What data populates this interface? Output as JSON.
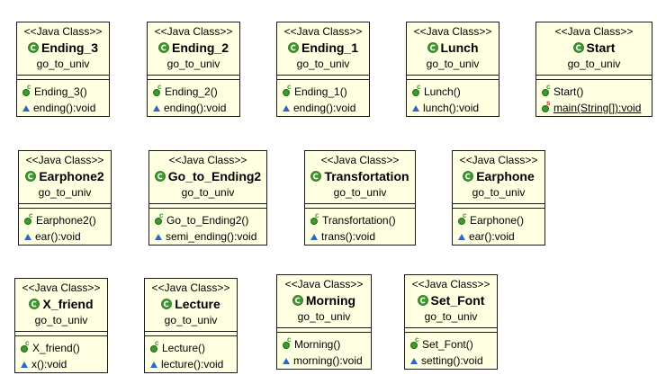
{
  "classes": [
    {
      "id": "ending3",
      "stereotype": "<<Java Class>>",
      "name": "Ending_3",
      "package": "go_to_univ",
      "members": [
        {
          "kind": "constructor",
          "text": "Ending_3()"
        },
        {
          "kind": "method",
          "text": "ending():void"
        }
      ]
    },
    {
      "id": "ending2",
      "stereotype": "<<Java Class>>",
      "name": "Ending_2",
      "package": "go_to_univ",
      "members": [
        {
          "kind": "constructor",
          "text": "Ending_2()"
        },
        {
          "kind": "method",
          "text": "ending():void"
        }
      ]
    },
    {
      "id": "ending1",
      "stereotype": "<<Java Class>>",
      "name": "Ending_1",
      "package": "go_to_univ",
      "members": [
        {
          "kind": "constructor",
          "text": "Ending_1()"
        },
        {
          "kind": "method",
          "text": "ending():void"
        }
      ]
    },
    {
      "id": "lunch",
      "stereotype": "<<Java Class>>",
      "name": "Lunch",
      "package": "go_to_univ",
      "members": [
        {
          "kind": "constructor",
          "text": "Lunch()"
        },
        {
          "kind": "method",
          "text": "lunch():void"
        }
      ]
    },
    {
      "id": "start",
      "stereotype": "<<Java Class>>",
      "name": "Start",
      "package": "go_to_univ",
      "members": [
        {
          "kind": "constructor",
          "text": "Start()"
        },
        {
          "kind": "static-method",
          "text": "main(String[]):void"
        }
      ]
    },
    {
      "id": "earphone2",
      "stereotype": "<<Java Class>>",
      "name": "Earphone2",
      "package": "go_to_univ",
      "members": [
        {
          "kind": "constructor",
          "text": "Earphone2()"
        },
        {
          "kind": "method",
          "text": "ear():void"
        }
      ]
    },
    {
      "id": "gotoending2",
      "stereotype": "<<Java Class>>",
      "name": "Go_to_Ending2",
      "package": "go_to_univ",
      "members": [
        {
          "kind": "constructor",
          "text": "Go_to_Ending2()"
        },
        {
          "kind": "method",
          "text": "semi_ending():void"
        }
      ]
    },
    {
      "id": "transfortation",
      "stereotype": "<<Java Class>>",
      "name": "Transfortation",
      "package": "go_to_univ",
      "members": [
        {
          "kind": "constructor",
          "text": "Transfortation()"
        },
        {
          "kind": "method",
          "text": "trans():void"
        }
      ]
    },
    {
      "id": "earphone",
      "stereotype": "<<Java Class>>",
      "name": "Earphone",
      "package": "go_to_univ",
      "members": [
        {
          "kind": "constructor",
          "text": "Earphone()"
        },
        {
          "kind": "method",
          "text": "ear():void"
        }
      ]
    },
    {
      "id": "xfriend",
      "stereotype": "<<Java Class>>",
      "name": "X_friend",
      "package": "go_to_univ",
      "members": [
        {
          "kind": "constructor",
          "text": "X_friend()"
        },
        {
          "kind": "method",
          "text": "x():void"
        }
      ]
    },
    {
      "id": "lecture",
      "stereotype": "<<Java Class>>",
      "name": "Lecture",
      "package": "go_to_univ",
      "members": [
        {
          "kind": "constructor",
          "text": "Lecture()"
        },
        {
          "kind": "method",
          "text": "lecture():void"
        }
      ]
    },
    {
      "id": "morning",
      "stereotype": "<<Java Class>>",
      "name": "Morning",
      "package": "go_to_univ",
      "members": [
        {
          "kind": "constructor",
          "text": "Morning()"
        },
        {
          "kind": "method",
          "text": "morning():void"
        }
      ]
    },
    {
      "id": "setfont",
      "stereotype": "<<Java Class>>",
      "name": "Set_Font",
      "package": "go_to_univ",
      "members": [
        {
          "kind": "constructor",
          "text": "Set_Font()"
        },
        {
          "kind": "method",
          "text": "setting():void"
        }
      ]
    }
  ],
  "colors": {
    "box_fill": "#ffffe1",
    "box_border": "#1a1a1a",
    "class_icon": "#3d9a2c",
    "method_icon": "#2d69c2",
    "static_mark": "#c43030"
  },
  "icons": {
    "class": "class-icon",
    "constructor": "constructor-icon",
    "method": "package-method-icon",
    "static_method": "static-method-icon"
  }
}
